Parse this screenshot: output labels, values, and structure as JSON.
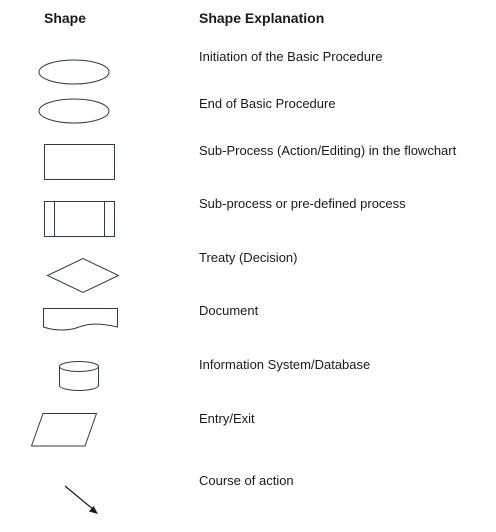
{
  "header": {
    "shape_label": "Shape",
    "explanation_label": "Shape Explanation"
  },
  "shape_color": "#2f3a56",
  "rows": [
    {
      "shape": "ellipse",
      "text": "Initiation of the Basic Procedure"
    },
    {
      "shape": "ellipse",
      "text": "End of Basic Procedure"
    },
    {
      "shape": "rectangle",
      "text": "Sub-Process (Action/Editing) in the flowchart"
    },
    {
      "shape": "predefined-process",
      "text": "Sub-process or pre-defined process"
    },
    {
      "shape": "diamond",
      "text": "Treaty (Decision)"
    },
    {
      "shape": "document",
      "text": "Document"
    },
    {
      "shape": "cylinder",
      "text": "Information System/Database"
    },
    {
      "shape": "parallelogram",
      "text": "Entry/Exit"
    },
    {
      "shape": "arrow",
      "text": "Course of action"
    }
  ]
}
